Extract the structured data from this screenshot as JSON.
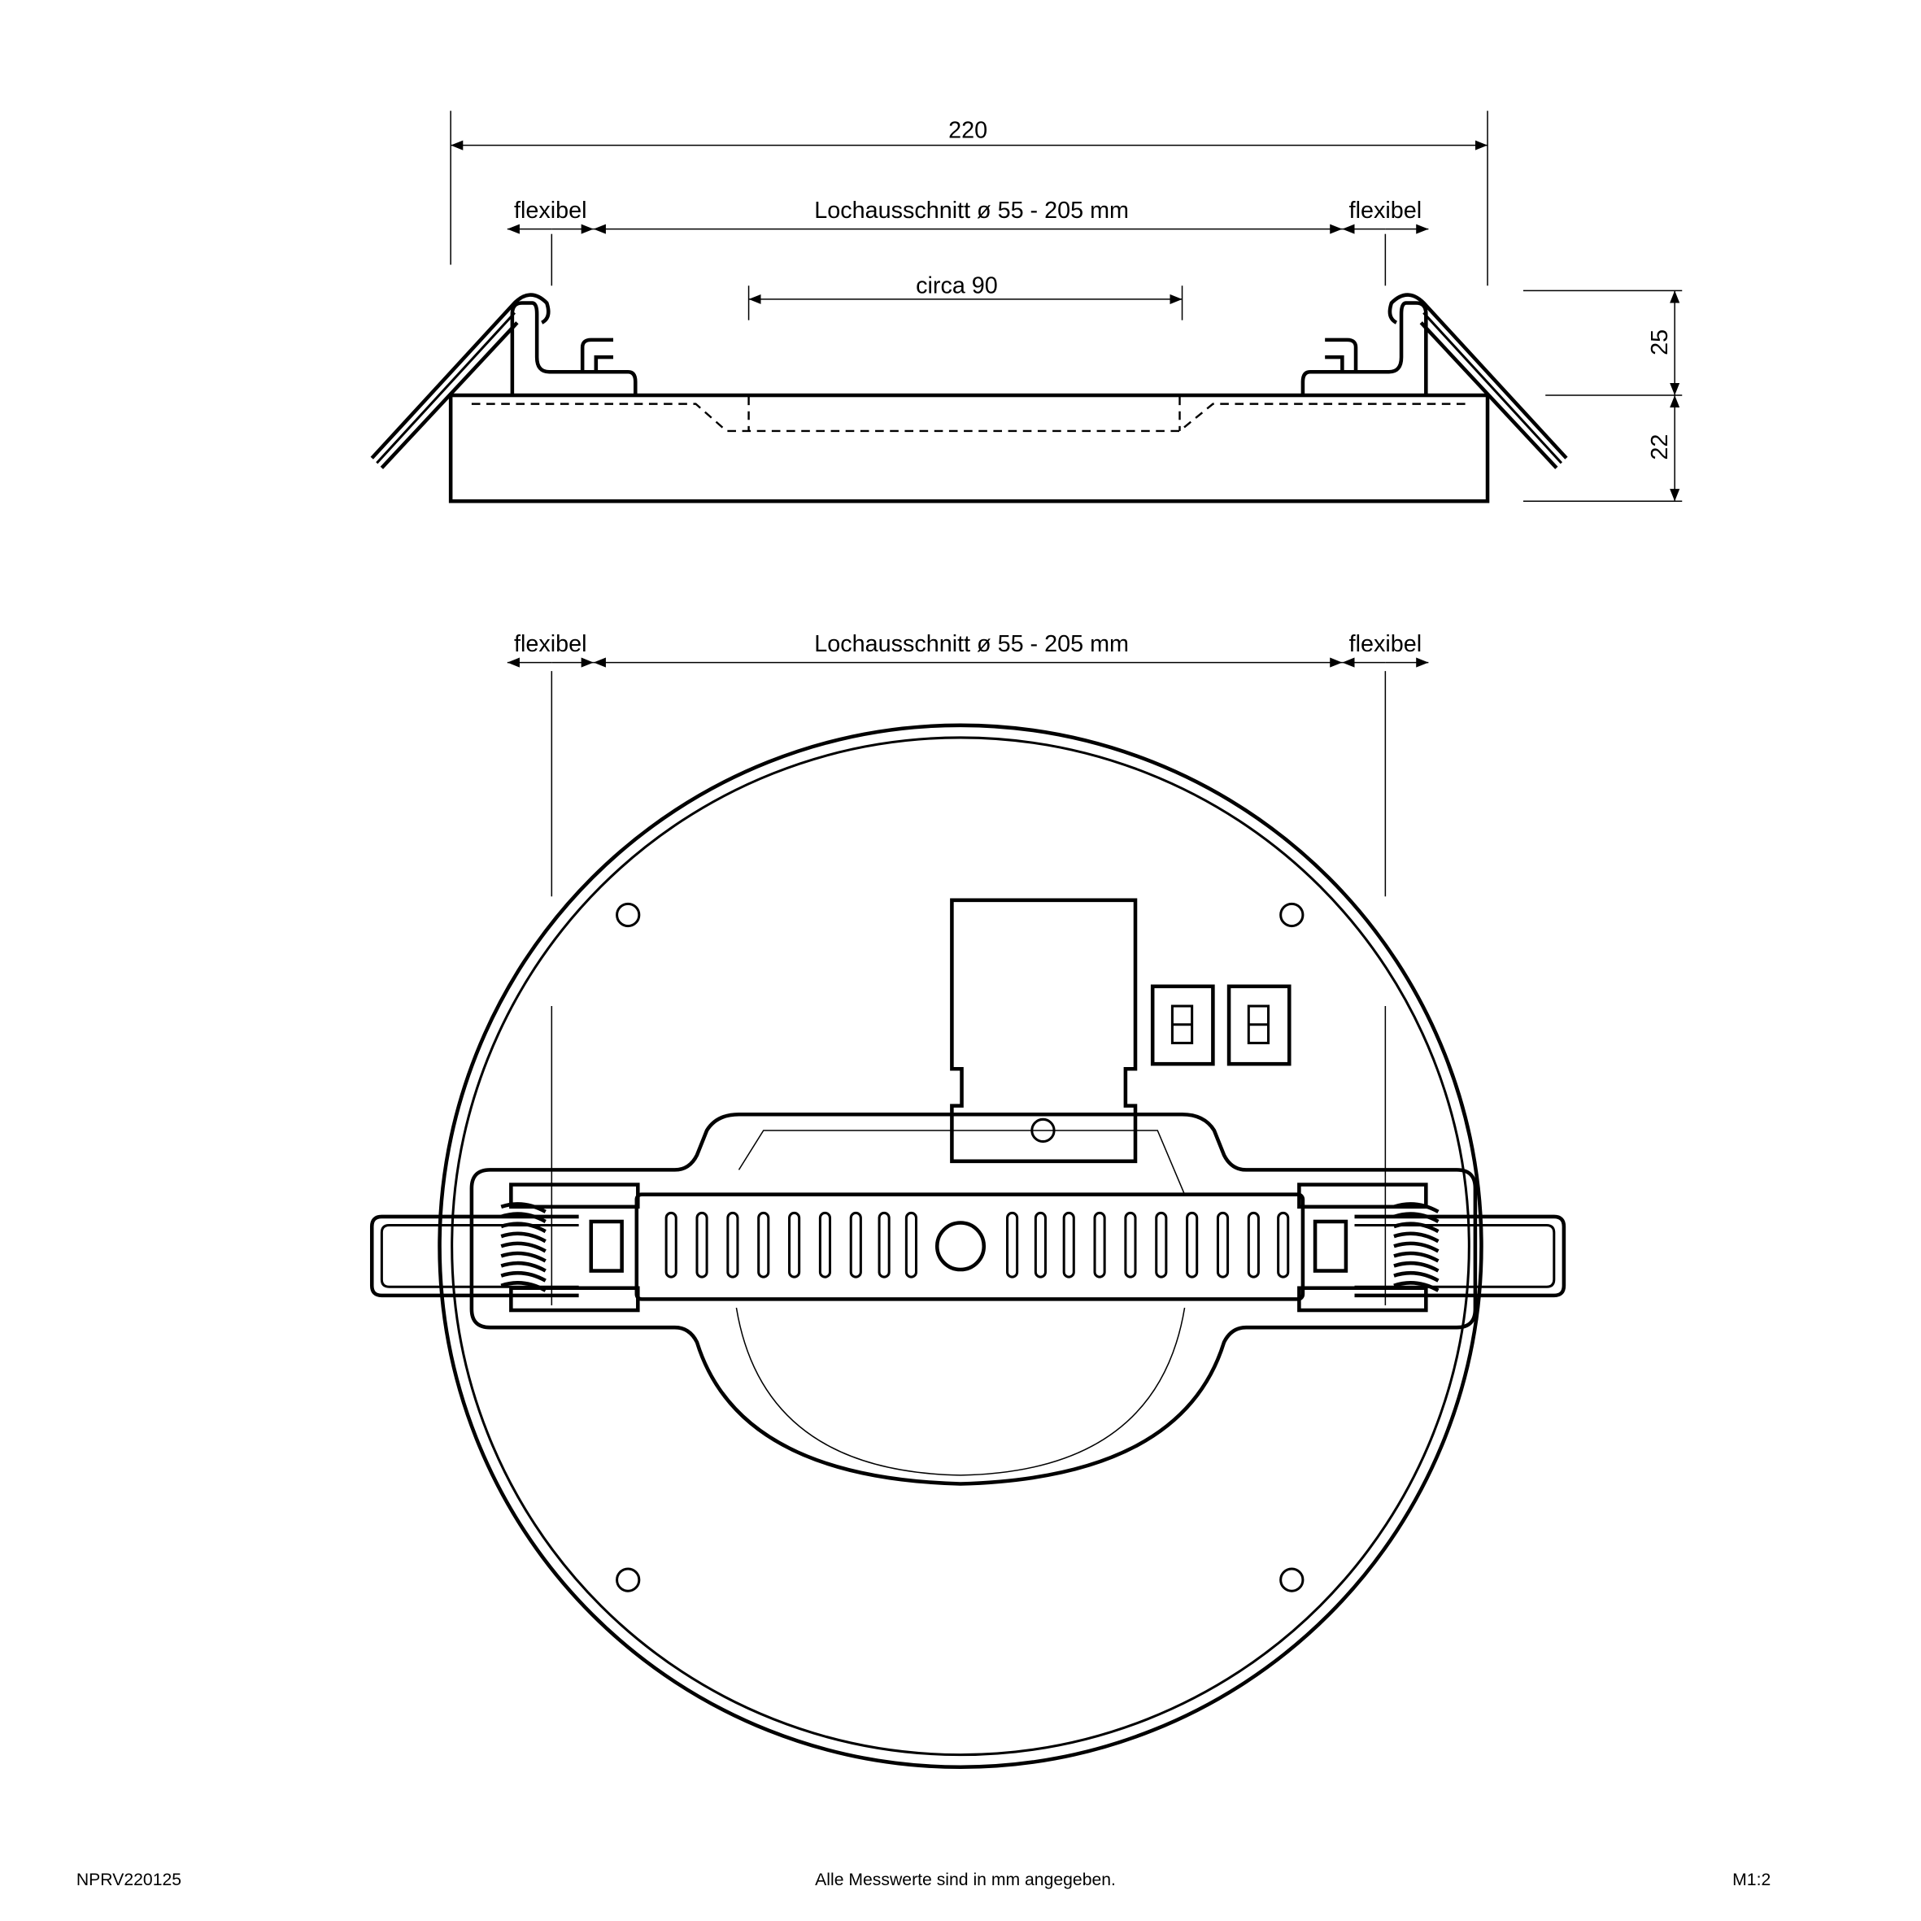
{
  "side_view": {
    "overall_width": "220",
    "flex_left": "flexibel",
    "flex_right": "flexibel",
    "cutout": "Lochausschnitt ø 55 - 205 mm",
    "circa": "circa 90",
    "height_top": "25",
    "height_bottom": "22"
  },
  "bottom_view": {
    "flex_left": "flexibel",
    "flex_right": "flexibel",
    "cutout": "Lochausschnitt ø 55 - 205 mm"
  },
  "footer": {
    "article_no": "NPRV220125",
    "note": "Alle Messwerte sind in mm angegeben.",
    "scale": "M1:2"
  }
}
